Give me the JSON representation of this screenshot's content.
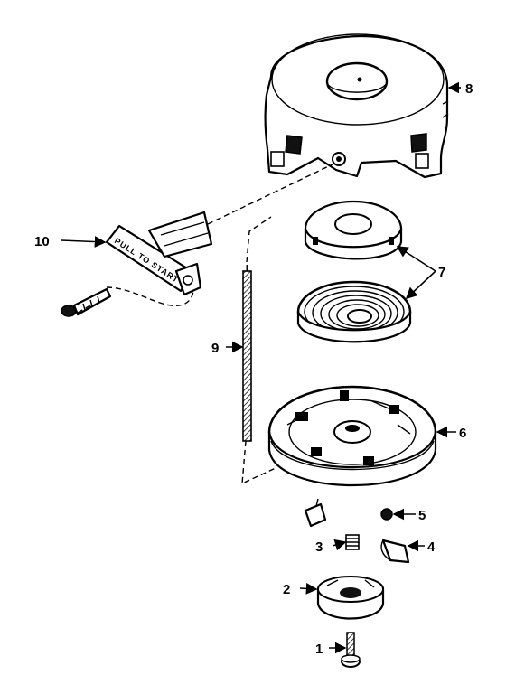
{
  "diagram": {
    "handle_text": "PULL TO START",
    "callouts": [
      {
        "id": "1",
        "label": "1"
      },
      {
        "id": "2",
        "label": "2"
      },
      {
        "id": "3",
        "label": "3"
      },
      {
        "id": "4",
        "label": "4"
      },
      {
        "id": "5",
        "label": "5"
      },
      {
        "id": "6",
        "label": "6"
      },
      {
        "id": "7",
        "label": "7"
      },
      {
        "id": "8",
        "label": "8"
      },
      {
        "id": "9",
        "label": "9"
      },
      {
        "id": "10",
        "label": "10"
      }
    ]
  }
}
